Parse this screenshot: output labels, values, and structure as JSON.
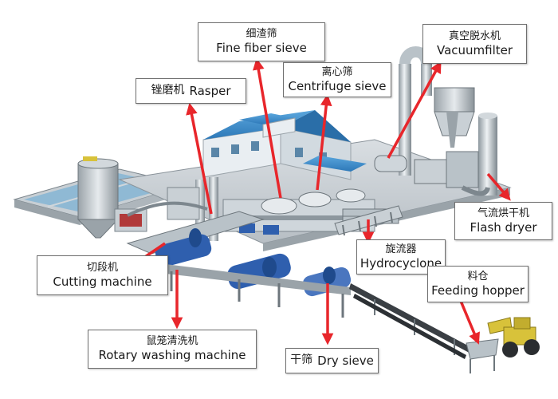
{
  "labels": {
    "fine_fiber_sieve": {
      "zh": "细渣筛",
      "en": "Fine fiber sieve"
    },
    "vacuum_filter": {
      "zh": "真空脱水机",
      "en": "Vacuumfilter"
    },
    "rasper": {
      "zh": "锉磨机",
      "en": "Rasper"
    },
    "centrifuge_sieve": {
      "zh": "离心筛",
      "en": "Centrifuge sieve"
    },
    "flash_dryer": {
      "zh": "气流烘干机",
      "en": "Flash dryer"
    },
    "hydrocyclone": {
      "zh": "旋流器",
      "en": "Hydrocyclone"
    },
    "cutting_machine": {
      "zh": "切段机",
      "en": "Cutting machine"
    },
    "feeding_hopper": {
      "zh": "料仓",
      "en": "Feeding hopper"
    },
    "rotary_washing_machine": {
      "zh": "鼠笼清洗机",
      "en": "Rotary washing machine"
    },
    "dry_sieve": {
      "zh": "干筛",
      "en": "Dry sieve"
    }
  },
  "colors": {
    "arrow": "#e8262b",
    "building_roof": "#3d8fcf",
    "building_wall": "#e9eef2",
    "steel": "#b9c2c8",
    "machine_blue": "#2f5fae",
    "conveyor": "#3a3f44",
    "loader": "#d8c23a"
  }
}
